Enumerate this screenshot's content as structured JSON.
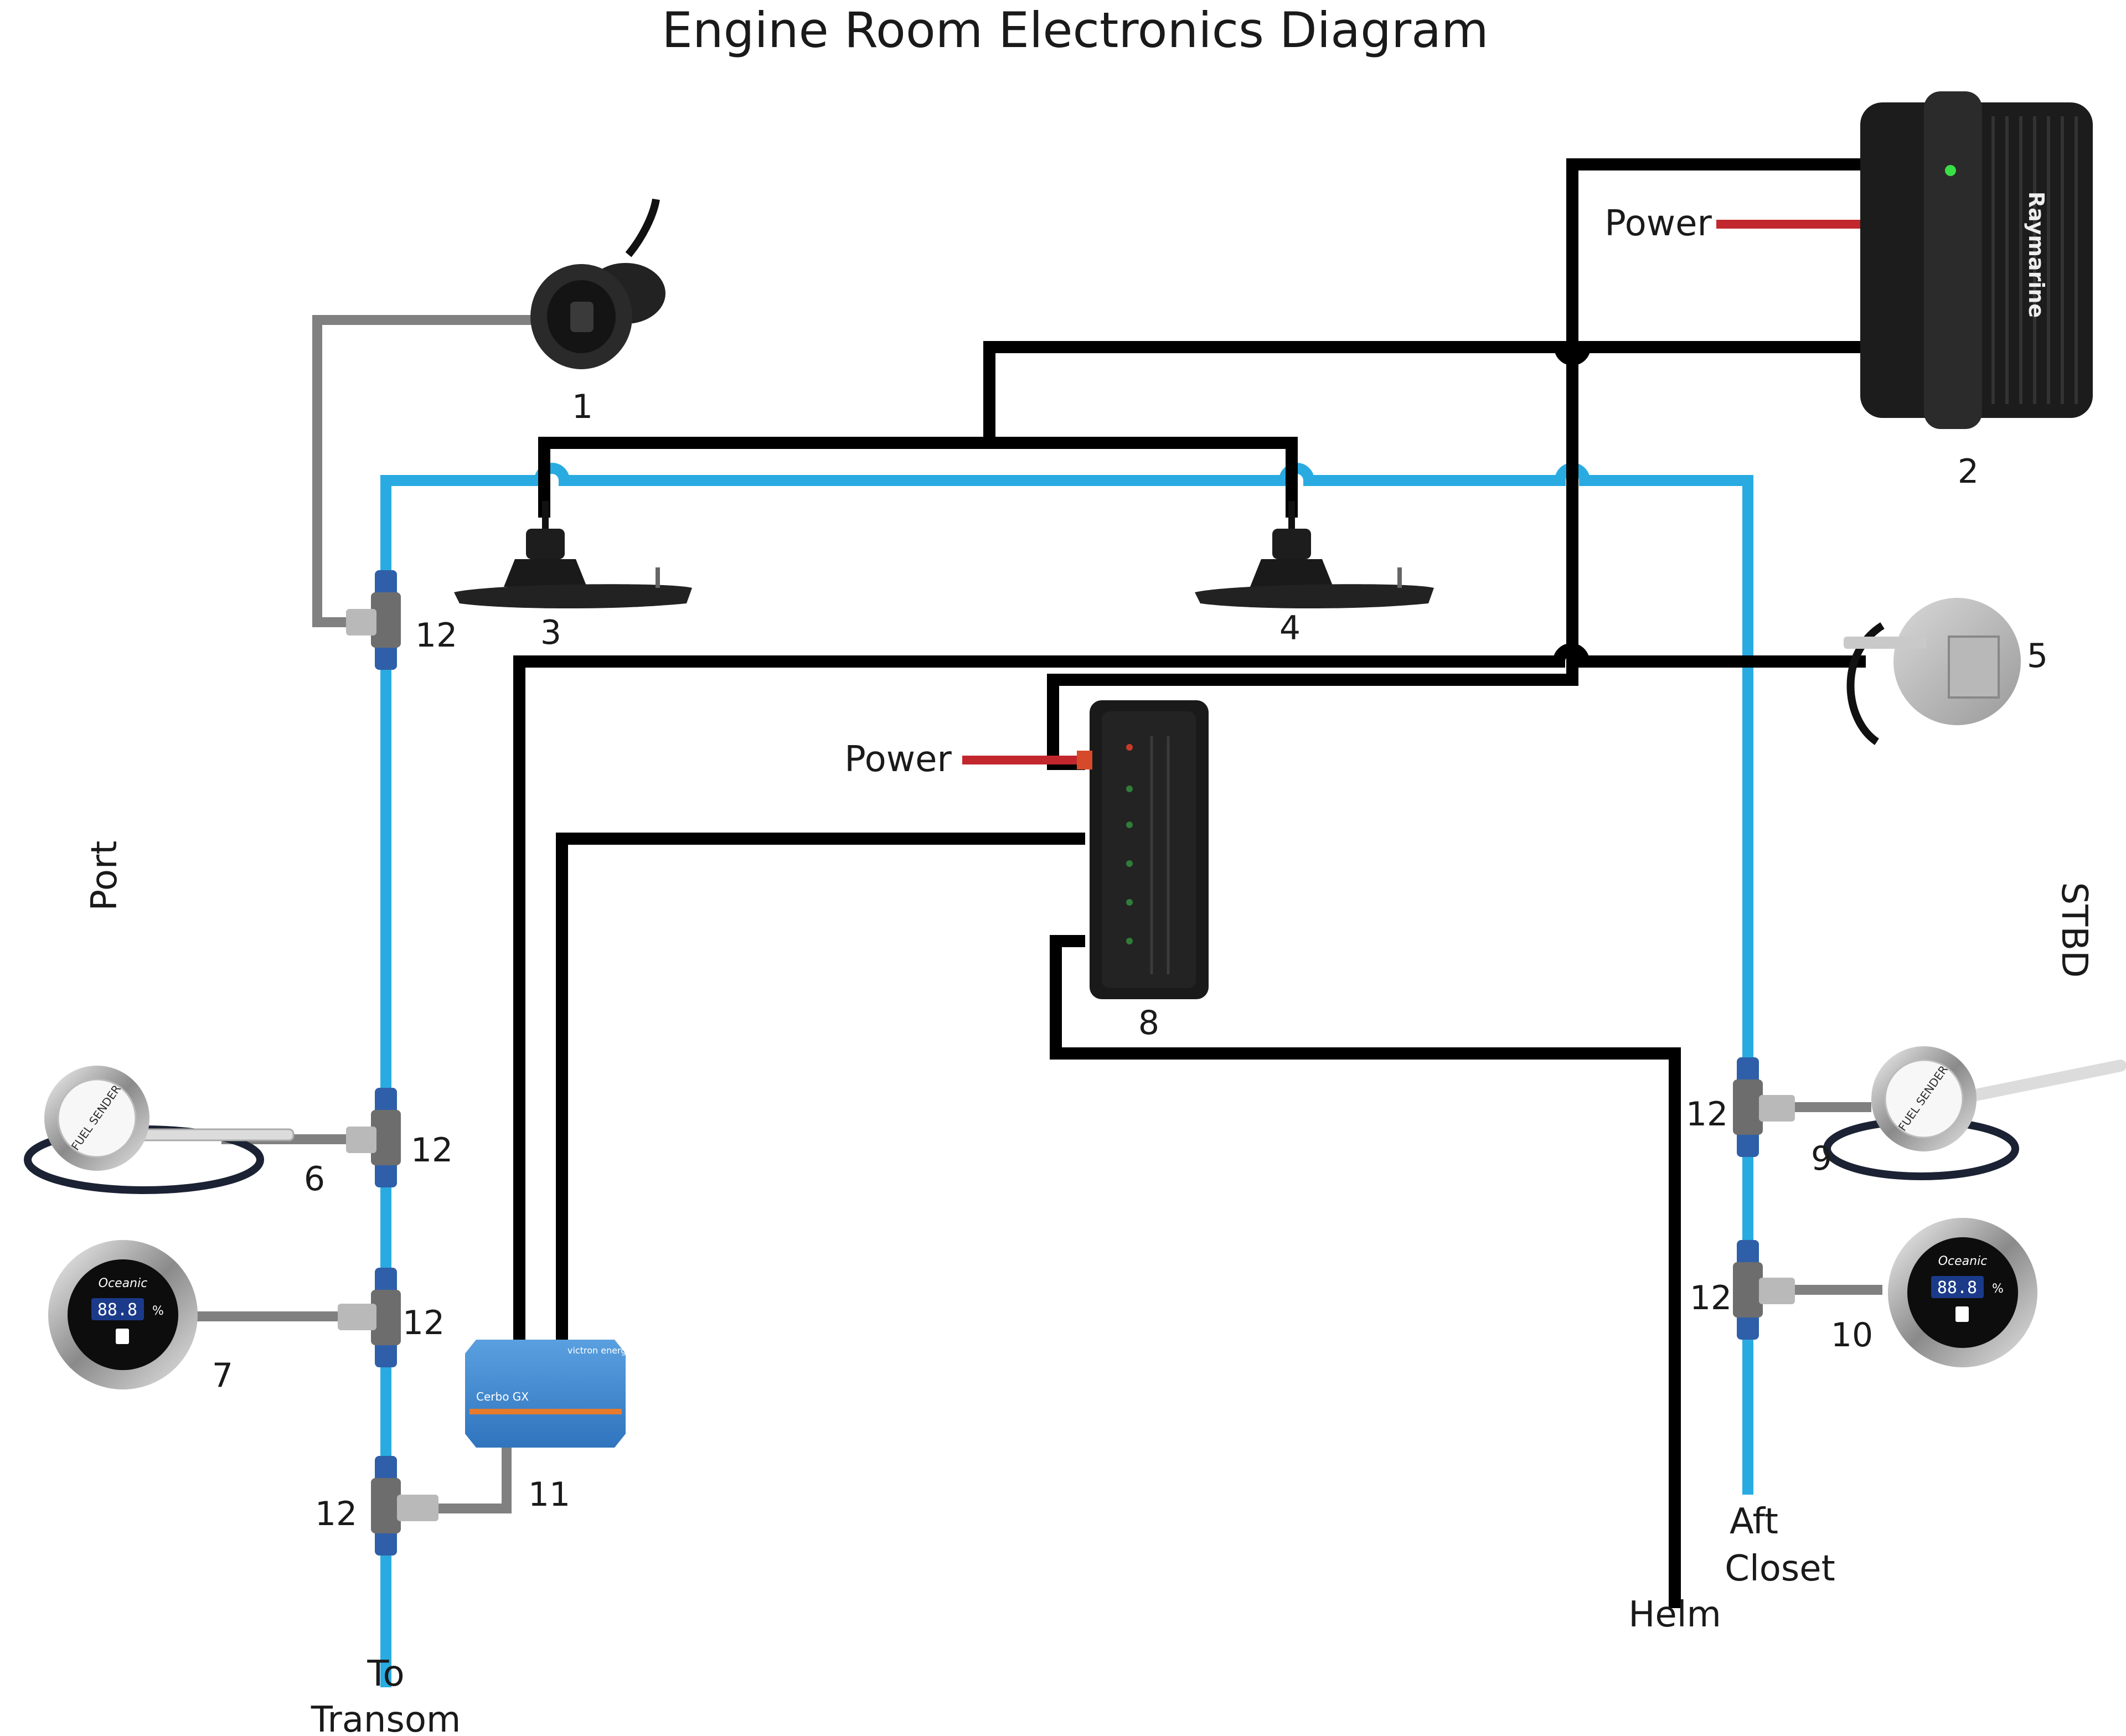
{
  "title": "Engine Room Electronics Diagram",
  "labels": {
    "power_top": "Power",
    "power_mid": "Power",
    "port": "Port",
    "stbd": "STBD",
    "helm": "Helm",
    "aft_closet_line1": "Aft",
    "aft_closet_line2": "Closet",
    "to_transom_line1": "To",
    "to_transom_line2": "Transom"
  },
  "components": {
    "c1": "1",
    "c2": "2",
    "c3": "3",
    "c4": "4",
    "c5": "5",
    "c6": "6",
    "c7": "7",
    "c8": "8",
    "c9": "9",
    "c10": "10",
    "c11": "11"
  },
  "tee_label": "12",
  "device_text": {
    "raymarine": "Raymarine",
    "cerbo": "Cerbo GX",
    "victron": "victron energy",
    "oceanic_logo": "Oceanic",
    "gauge_readout": "88.8",
    "gauge_unit": "%",
    "fuel_sender": "FUEL SENDER"
  },
  "colors": {
    "nmea_blue": "#29abe2",
    "cable_black": "#000000",
    "power_red": "#c1272d",
    "sender_gray": "#808080",
    "device_blue": "#3a85c9",
    "tee_gray": "#6d6d6d",
    "tee_blue": "#2f5fa8"
  }
}
